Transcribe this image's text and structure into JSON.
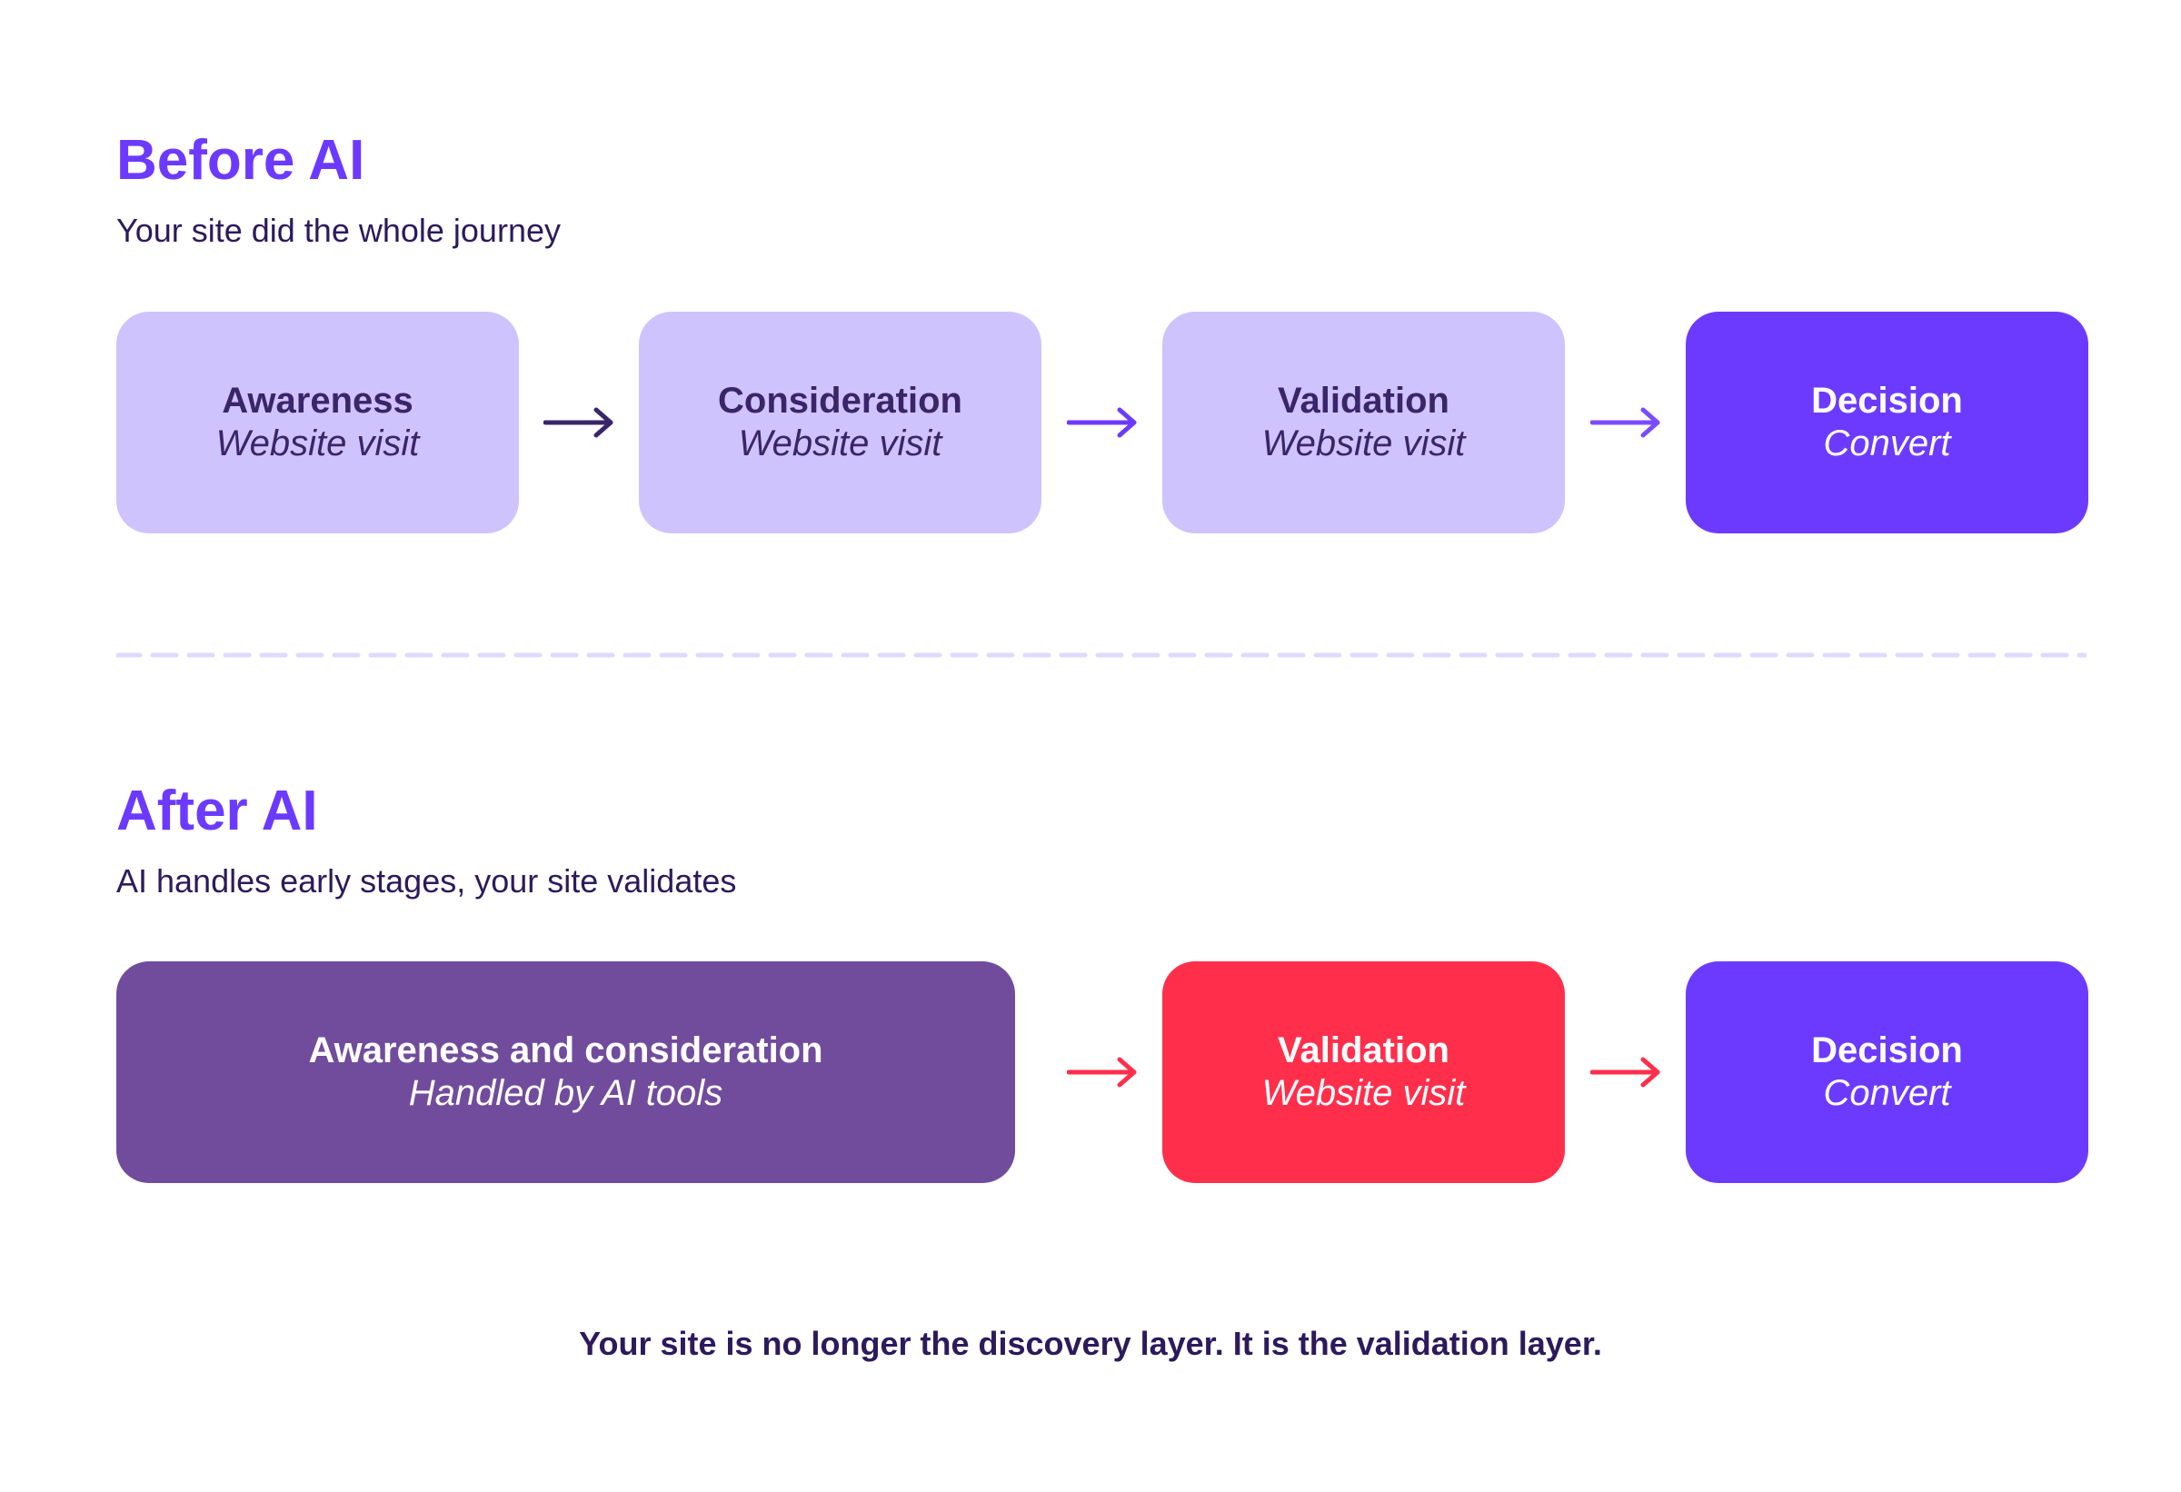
{
  "before": {
    "title": "Before AI",
    "subtitle": "Your site did the whole journey",
    "stages": [
      {
        "title": "Awareness",
        "sub": "Website visit"
      },
      {
        "title": "Consideration",
        "sub": "Website visit"
      },
      {
        "title": "Validation",
        "sub": "Website visit"
      },
      {
        "title": "Decision",
        "sub": "Convert"
      }
    ]
  },
  "after": {
    "title": "After AI",
    "subtitle": "AI handles early stages, your site validates",
    "stages": [
      {
        "title": "Awareness and consideration",
        "sub": "Handled by AI tools"
      },
      {
        "title": "Validation",
        "sub": "Website visit"
      },
      {
        "title": "Decision",
        "sub": "Convert"
      }
    ]
  },
  "footer": "Your site is no longer the discovery layer. It is the validation layer.",
  "colors": {
    "accent": "#6c3aff",
    "light_box": "#cfc3fe",
    "ai_box": "#714c9c",
    "validation_highlight": "#ff2f4c",
    "arrow_dark": "#3a2569",
    "arrow_red": "#ff2f4c",
    "divider": "#e0dafd"
  }
}
